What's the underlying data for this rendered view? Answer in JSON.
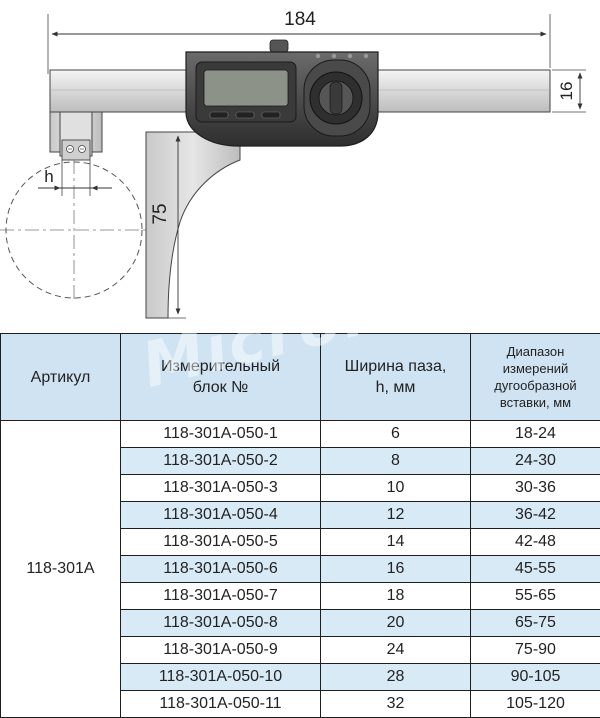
{
  "drawing": {
    "dim_length": "184",
    "dim_height": "16",
    "dim_depth": "75",
    "dim_slot": "h"
  },
  "watermark": "Micron",
  "table": {
    "headers": {
      "article": "Артикул",
      "block_line1": "Измерительный",
      "block_line2": "блок №",
      "width_line1": "Ширина паза,",
      "width_line2": "h, мм",
      "range_line1": "Диапазон",
      "range_line2": "измерений",
      "range_line3": "дугообразной",
      "range_line4": "вставки, мм"
    },
    "article": "118-301A",
    "rows": [
      {
        "block": "118-301A-050-1",
        "width": "6",
        "range": "18-24"
      },
      {
        "block": "118-301A-050-2",
        "width": "8",
        "range": "24-30"
      },
      {
        "block": "118-301A-050-3",
        "width": "10",
        "range": "30-36"
      },
      {
        "block": "118-301A-050-4",
        "width": "12",
        "range": "36-42"
      },
      {
        "block": "118-301A-050-5",
        "width": "14",
        "range": "42-48"
      },
      {
        "block": "118-301A-050-6",
        "width": "16",
        "range": "45-55"
      },
      {
        "block": "118-301A-050-7",
        "width": "18",
        "range": "55-65"
      },
      {
        "block": "118-301A-050-8",
        "width": "20",
        "range": "65-75"
      },
      {
        "block": "118-301A-050-9",
        "width": "24",
        "range": "75-90"
      },
      {
        "block": "118-301A-050-10",
        "width": "28",
        "range": "90-105"
      },
      {
        "block": "118-301A-050-11",
        "width": "32",
        "range": "105-120"
      }
    ]
  },
  "colors": {
    "header_bg": "#cfe3f3",
    "row_alt_bg": "#d9eaf7"
  }
}
